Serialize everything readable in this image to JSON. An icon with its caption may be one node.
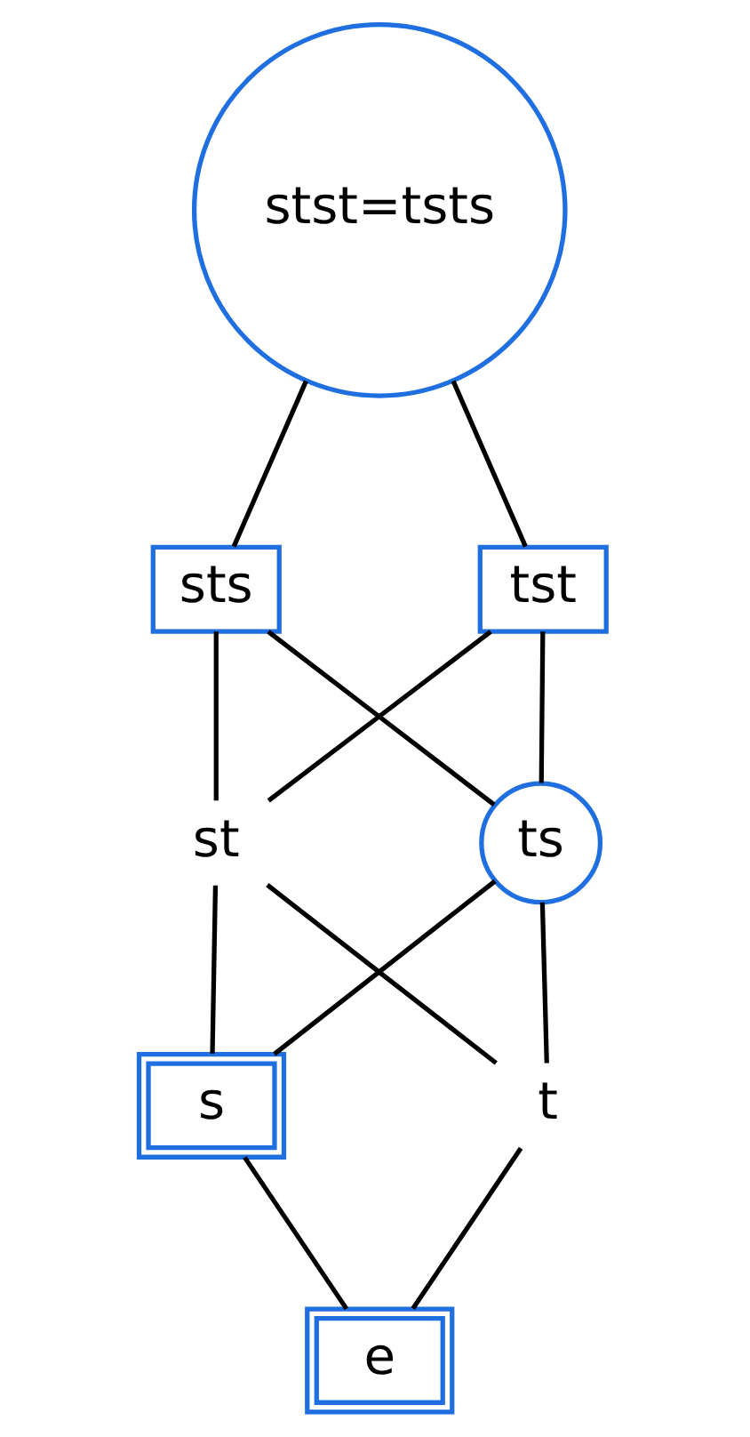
{
  "diagram": {
    "nodes": [
      {
        "text": [
          "stst=tsts"
        ]
      },
      {
        "text": [
          "sts"
        ]
      },
      {
        "text": [
          "tst"
        ]
      },
      {
        "text": [
          "st"
        ]
      },
      {
        "text": [
          "ts"
        ]
      },
      {
        "text": [
          "s"
        ]
      },
      {
        "text": [
          "t"
        ]
      },
      {
        "text": [
          "e"
        ]
      }
    ],
    "edges": [
      {
        "from": 0,
        "to": 1,
        "arrow": "none"
      },
      {
        "from": 0,
        "to": 2,
        "arrow": "none"
      },
      {
        "from": 1,
        "to": 3,
        "arrow": "none"
      },
      {
        "from": 1,
        "to": 4,
        "arrow": "none"
      },
      {
        "from": 2,
        "to": 3,
        "arrow": "none"
      },
      {
        "from": 2,
        "to": 4,
        "arrow": "none"
      },
      {
        "from": 3,
        "to": 5,
        "arrow": "none"
      },
      {
        "from": 3,
        "to": 6,
        "arrow": "none"
      },
      {
        "from": 4,
        "to": 5,
        "arrow": "none"
      },
      {
        "from": 4,
        "to": 6,
        "arrow": "none"
      },
      {
        "from": 5,
        "to": 7,
        "arrow": "none"
      },
      {
        "from": 6,
        "to": 7,
        "arrow": "none"
      }
    ]
  }
}
